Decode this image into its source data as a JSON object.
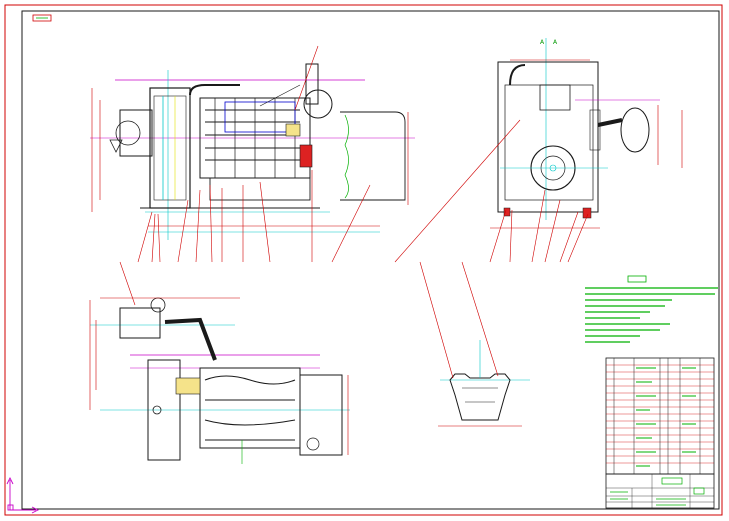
{
  "drawing": {
    "view_label": "A - A",
    "view_label_parts": [
      "A",
      "A"
    ],
    "colors": {
      "border": "#d00000",
      "outline": "#1a1a1a",
      "dimension": "#d00000",
      "center_line": "#00c8c8",
      "axis_magenta": "#c800c8",
      "note_green": "#00b000",
      "engine_blue": "#0000cc",
      "coolant_green": "#33cc33"
    },
    "icons": [
      "title-block-logo-icon",
      "ucs-axis-icon",
      "callout-balloon-icon"
    ]
  }
}
